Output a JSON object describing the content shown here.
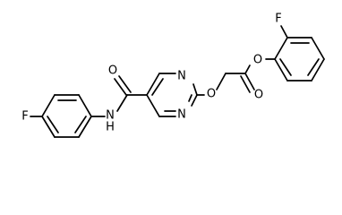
{
  "structure": {
    "atoms": {
      "fluorine_left": "F",
      "amide_nitrogen": "N",
      "amide_hydrogen": "H",
      "amide_oxygen": "O",
      "pyrimidine_n_top": "N",
      "pyrimidine_n_bottom": "N",
      "ether_oxygen": "O",
      "carbonyl_oxygen": "O",
      "ester_oxygen": "O",
      "fluorine_right": "F"
    }
  }
}
